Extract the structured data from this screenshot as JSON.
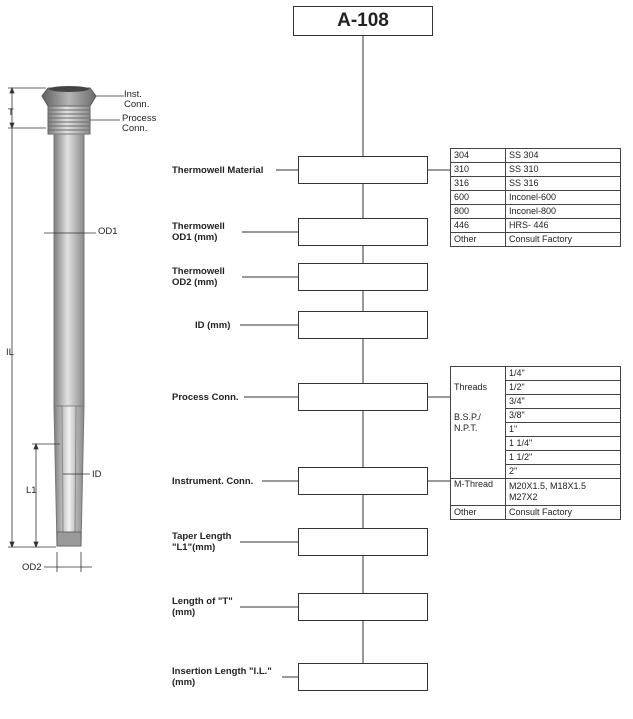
{
  "header": {
    "title": "A-108"
  },
  "drawing": {
    "labels": {
      "inst_conn": "Inst.\nConn.",
      "process_conn": "Process\nConn.",
      "T": "T",
      "IL": "IL",
      "L1": "L1",
      "OD1": "OD1",
      "OD2": "OD2",
      "ID": "ID"
    },
    "colors": {
      "metal_dark": "#8c8c8c",
      "metal_light": "#d9d9d9",
      "hex_dark": "#6e6e6e",
      "line": "#333333"
    }
  },
  "fields": [
    {
      "label": "Thermowell Material"
    },
    {
      "label": "Thermowell\nOD1 (mm)"
    },
    {
      "label": "Thermowell\nOD2 (mm)"
    },
    {
      "label": "ID (mm)"
    },
    {
      "label": "Process Conn."
    },
    {
      "label": "Instrument. Conn."
    },
    {
      "label": "Taper Length\n\"L1\"(mm)"
    },
    {
      "label": "Length of \"T\"\n(mm)"
    },
    {
      "label": "Insertion Length \"I.L.\"\n(mm)"
    }
  ],
  "material_options": [
    {
      "code": "304",
      "name": "SS 304"
    },
    {
      "code": "310",
      "name": "SS 310"
    },
    {
      "code": "316",
      "name": "SS 316"
    },
    {
      "code": "600",
      "name": "Inconel-600"
    },
    {
      "code": "800",
      "name": "Inconel-800"
    },
    {
      "code": "446",
      "name": "HRS- 446"
    },
    {
      "code": "Other",
      "name": "Consult Factory"
    }
  ],
  "connection_options": {
    "threads_label": "Threads",
    "bsp_label": "B.S.P./\nN.P.T.",
    "thread_sizes": [
      "1/4\"",
      "1/2\"",
      "3/4\"",
      "3/8\"",
      "1\"",
      "1 1/4\"",
      "1 1/2\"",
      "2\""
    ],
    "mthread_label": "M-Thread",
    "mthread_sizes": "M20X1.5, M18X1.5\nM27X2",
    "other_label": "Other",
    "other_value": "Consult Factory"
  }
}
